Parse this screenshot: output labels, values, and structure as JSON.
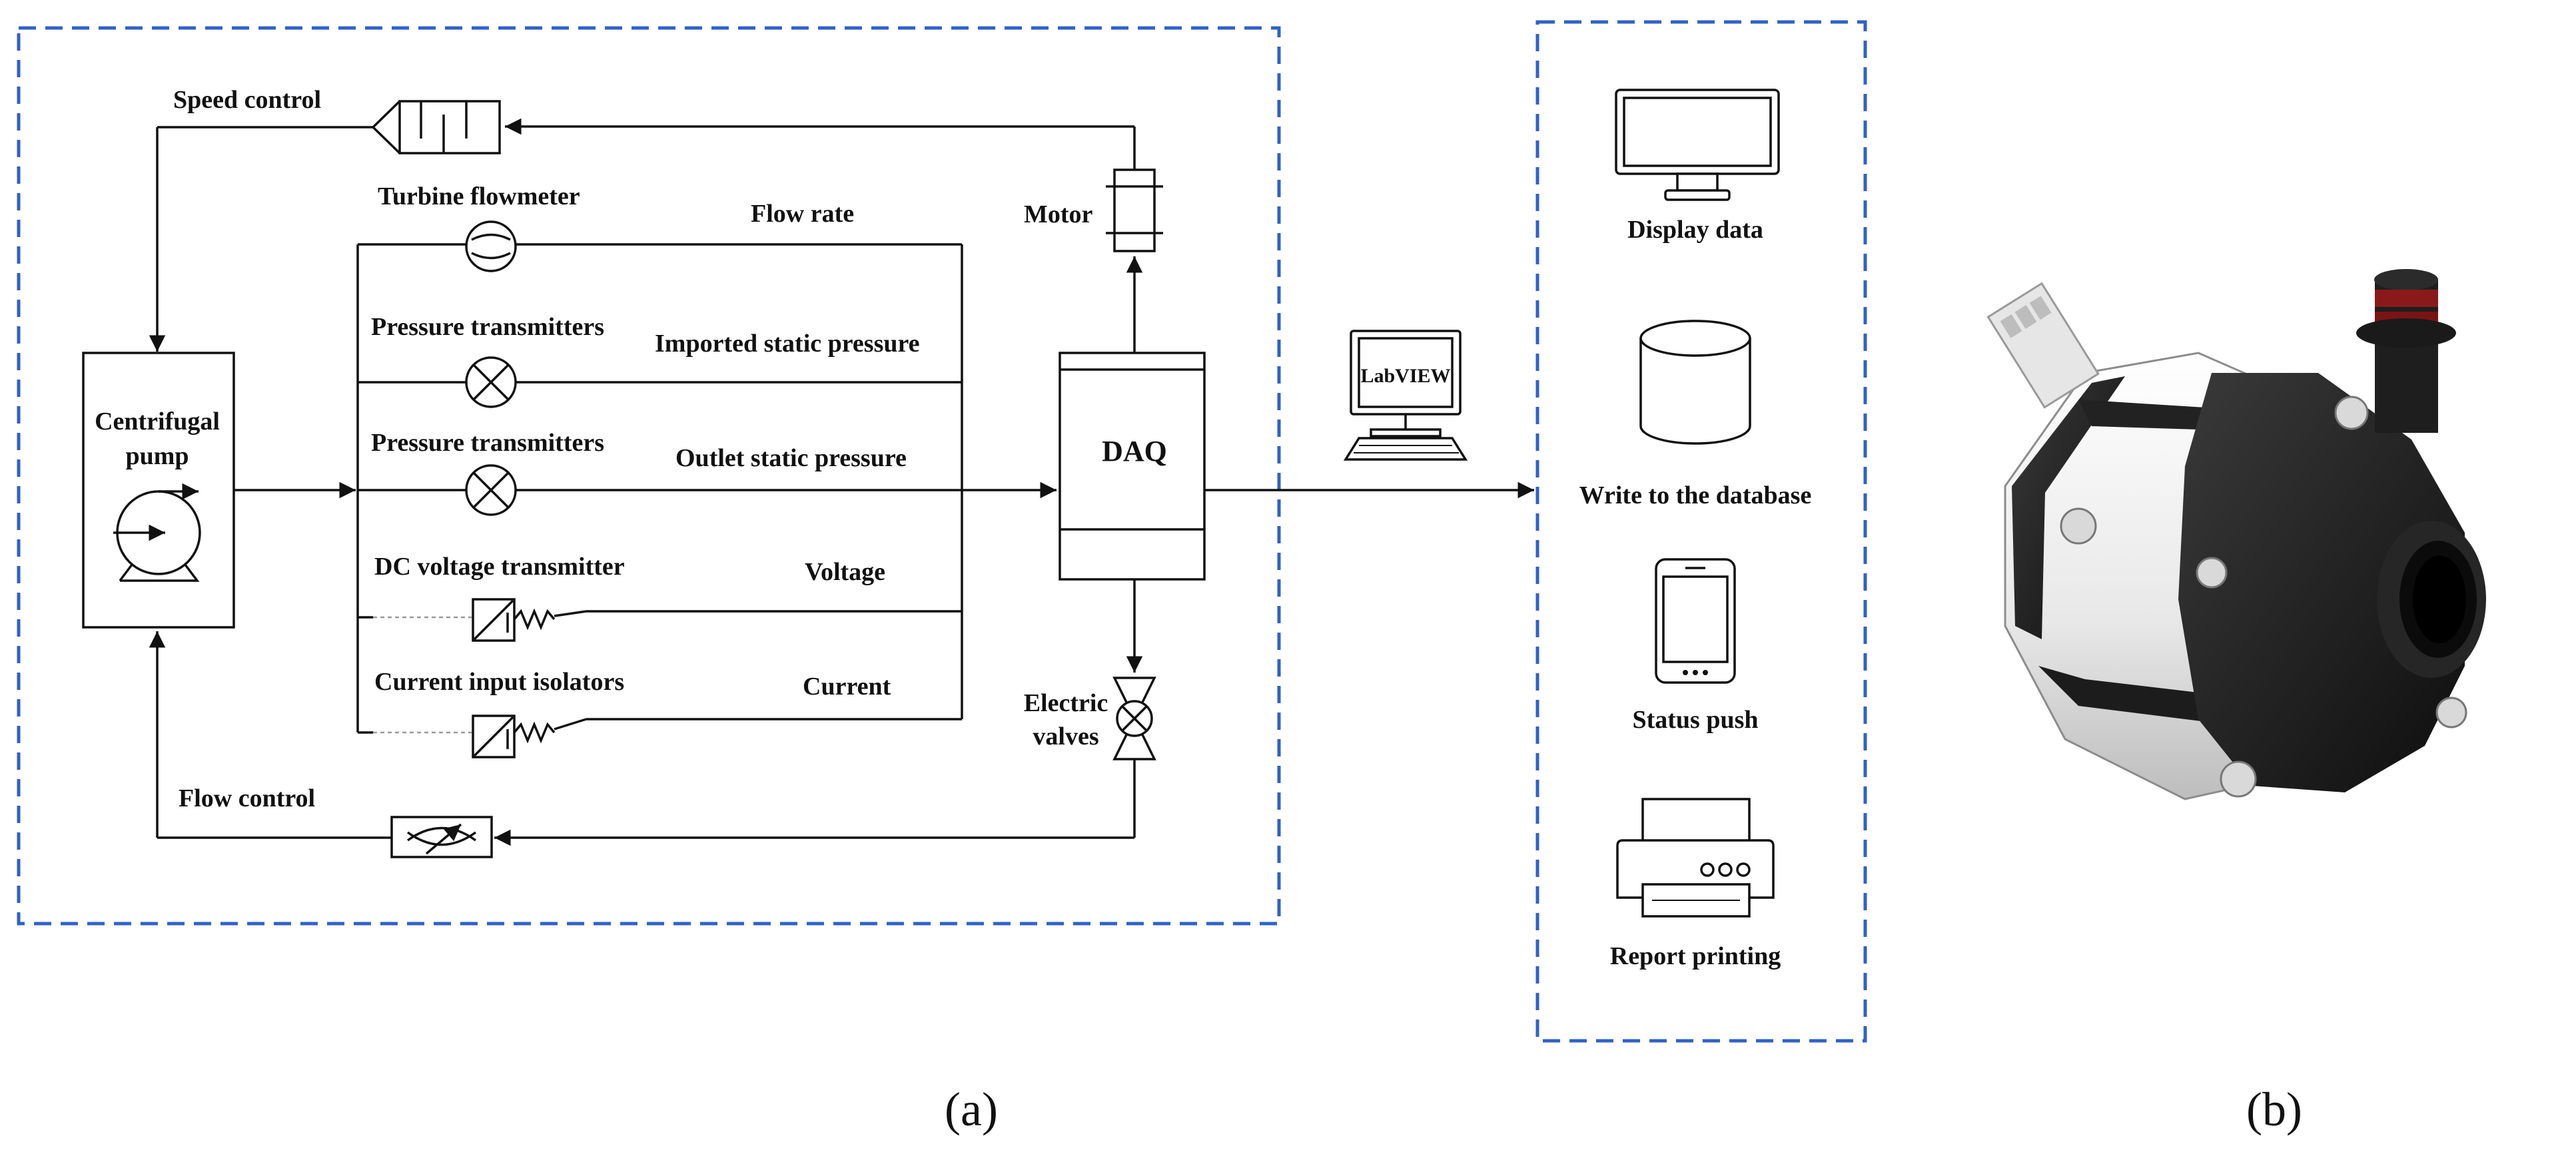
{
  "diagram": {
    "labels": {
      "speed_control": "Speed control",
      "turbine_flowmeter": "Turbine flowmeter",
      "flow_rate": "Flow rate",
      "motor": "Motor",
      "pressure_transmitters_1": "Pressure transmitters",
      "imported_static_pressure": "Imported static pressure",
      "centrifugal": "Centrifugal",
      "pump": "pump",
      "pressure_transmitters_2": "Pressure transmitters",
      "outlet_static_pressure": "Outlet static pressure",
      "daq": "DAQ",
      "dc_voltage_transmitter": "DC voltage transmitter",
      "voltage": "Voltage",
      "current_input_isolators": "Current input isolators",
      "current": "Current",
      "electric": "Electric",
      "valves": "valves",
      "flow_control": "Flow control",
      "labview": "LabVIEW"
    },
    "outputs": {
      "display_data": "Display data",
      "write_db": "Write to the database",
      "status_push": "Status push",
      "report_printing": "Report printing"
    },
    "captions": {
      "a": "(a)",
      "b": "(b)"
    },
    "colors": {
      "dashed_border": "#2f62c8",
      "pump_white": "#f2f2f2",
      "pump_black": "#1c1c1c",
      "seal_red": "#8a1a1a"
    }
  }
}
